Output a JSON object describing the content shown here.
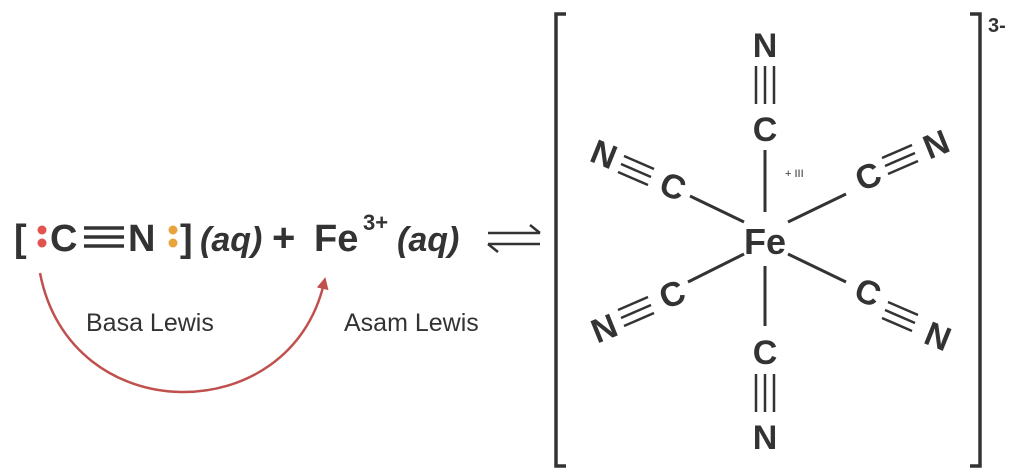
{
  "reaction": {
    "ligand": {
      "bracket_open": "[",
      "carbon": "C",
      "bond": "≡",
      "nitrogen": "N",
      "bracket_close": "]",
      "state": "(aq)"
    },
    "plus": "+",
    "metal": {
      "symbol": "Fe",
      "charge": "3+",
      "state": "(aq)"
    },
    "equilibrium": "⇌"
  },
  "labels": {
    "lewis_base": "Basa Lewis",
    "lewis_acid": "Asam Lewis"
  },
  "complex": {
    "center": "Fe",
    "charge": "3-",
    "oxidation_note": "+ III",
    "ligand_carbon": "C",
    "ligand_nitrogen": "N",
    "triple_bond": "≡"
  },
  "colors": {
    "text": "#333333",
    "lone_pair_carbon": "#e0534f",
    "lone_pair_nitrogen": "#e8a33c",
    "arrow": "#c0504d"
  }
}
